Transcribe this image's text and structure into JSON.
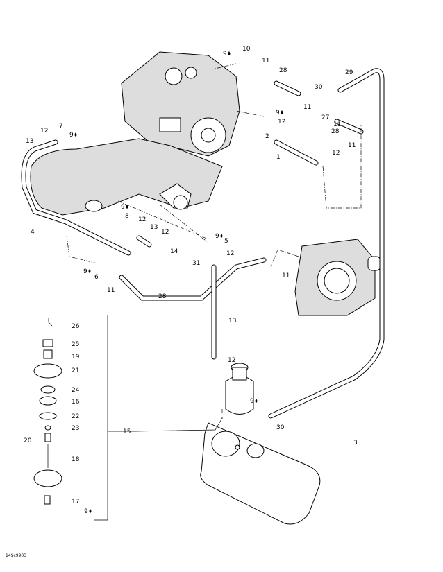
{
  "diagram_code": "14Sc9903",
  "callouts": [
    {
      "text": "9",
      "drop": true
    },
    {
      "text": "10"
    },
    {
      "text": "11"
    },
    {
      "text": "28"
    },
    {
      "text": "29"
    },
    {
      "text": "30"
    },
    {
      "text": "11"
    },
    {
      "text": "27"
    },
    {
      "text": "11"
    },
    {
      "text": "28"
    },
    {
      "text": "11"
    },
    {
      "text": "9",
      "drop": true
    },
    {
      "text": "12"
    },
    {
      "text": "2"
    },
    {
      "text": "1"
    },
    {
      "text": "12"
    },
    {
      "text": "7"
    },
    {
      "text": "9",
      "drop": true
    },
    {
      "text": "12"
    },
    {
      "text": "13"
    },
    {
      "text": "9",
      "drop": true
    },
    {
      "text": "8"
    },
    {
      "text": "12"
    },
    {
      "text": "13"
    },
    {
      "text": "12"
    },
    {
      "text": "4"
    },
    {
      "text": "9",
      "drop": true
    },
    {
      "text": "5"
    },
    {
      "text": "12"
    },
    {
      "text": "14"
    },
    {
      "text": "31"
    },
    {
      "text": "9",
      "drop": true
    },
    {
      "text": "6"
    },
    {
      "text": "11"
    },
    {
      "text": "11"
    },
    {
      "text": "28"
    },
    {
      "text": "13"
    },
    {
      "text": "26"
    },
    {
      "text": "25"
    },
    {
      "text": "19"
    },
    {
      "text": "21"
    },
    {
      "text": "24"
    },
    {
      "text": "16"
    },
    {
      "text": "22"
    },
    {
      "text": "23"
    },
    {
      "text": "15"
    },
    {
      "text": "20"
    },
    {
      "text": "18"
    },
    {
      "text": "17"
    },
    {
      "text": "9",
      "drop": true
    },
    {
      "text": "12"
    },
    {
      "text": "9",
      "drop": true
    },
    {
      "text": "30"
    },
    {
      "text": "3"
    }
  ]
}
